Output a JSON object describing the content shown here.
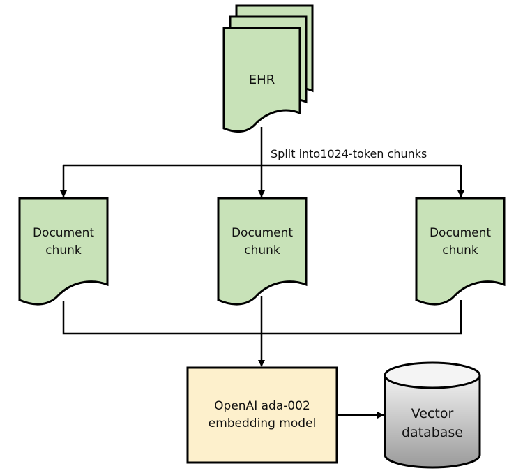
{
  "nodes": {
    "ehr": "EHR",
    "split_label": "Split into1024-token chunks",
    "chunks": [
      {
        "line1": "Document",
        "line2": "chunk"
      },
      {
        "line1": "Document",
        "line2": "chunk"
      },
      {
        "line1": "Document",
        "line2": "chunk"
      }
    ],
    "model": {
      "line1": "OpenAI ada-002",
      "line2": "embedding model"
    },
    "db": {
      "line1": "Vector",
      "line2": "database"
    }
  },
  "colors": {
    "doc_fill": "#c8e2b8",
    "model_fill": "#fdf0cc",
    "stroke": "#000000"
  }
}
